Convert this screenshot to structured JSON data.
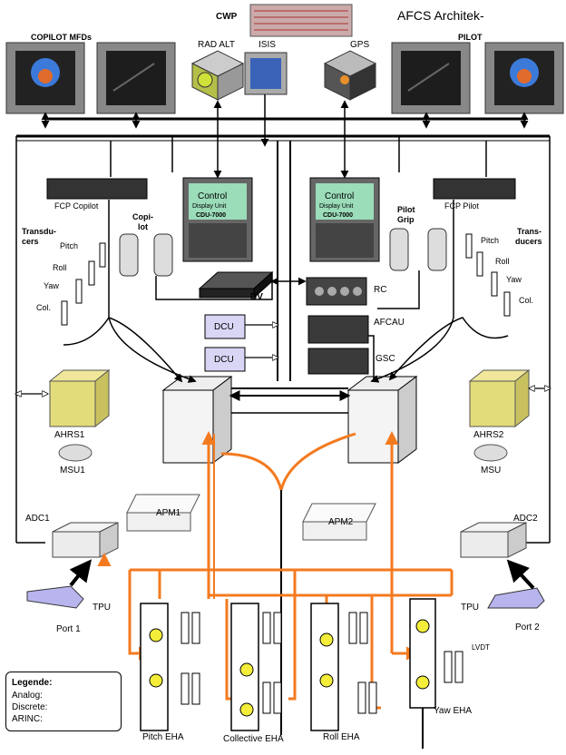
{
  "title": "AFCS Architek-",
  "labels": {
    "cwp": "CWP",
    "copilot_mfds": "COPILOT MFDs",
    "pilot": "PILOT",
    "rad_alt": "RAD ALT",
    "isis": "ISIS",
    "gps": "GPS",
    "fcp_copilot": "FCP Copilot",
    "fcp_pilot": "FCP Pilot",
    "cdu_control": "Control",
    "cdu_display": "Display Unit",
    "cdu_model": "CDU-7000",
    "copilot_grip_1": "Copi-",
    "copilot_grip_2": "lot",
    "pilot_grip_1": "Pilot",
    "pilot_grip_2": "Grip",
    "transducers_1": "Trans-",
    "transducers_2": "ducers",
    "transducers_left_1": "Transdu-",
    "transducers_left_2": "cers",
    "pitch": "Pitch",
    "roll": "Roll",
    "yaw": "Yaw",
    "col": "Col.",
    "dv": "DV",
    "rc": "RC",
    "dcu": "DCU",
    "afcau": "AFCAU",
    "gsc": "GSC",
    "ahrs1": "AHRS1",
    "ahrs2": "AHRS2",
    "msu1": "MSU1",
    "msu": "MSU",
    "apm1": "APM1",
    "apm2": "APM2",
    "adc1": "ADC1",
    "adc2": "ADC2",
    "tpu": "TPU",
    "port1": "Port 1",
    "port2": "Port 2",
    "lvdt": "LVDT",
    "pitch_eha": "Pitch EHA",
    "collective_eha": "Collective EHA",
    "roll_eha": "Roll EHA",
    "yaw_eha": "Yaw EHA"
  },
  "legend": {
    "title": "Legende:",
    "analog": "Analog:",
    "discrete": "Discrete:",
    "arinc": "ARINC:"
  },
  "colors": {
    "analog": "#f47a1f",
    "discrete": "#000000",
    "arinc": "#ffffff",
    "dcu_fill": "#d8d6f4",
    "ahrs_fill": "#e3dc7a",
    "cdu_screen": "#9bdcb9"
  }
}
